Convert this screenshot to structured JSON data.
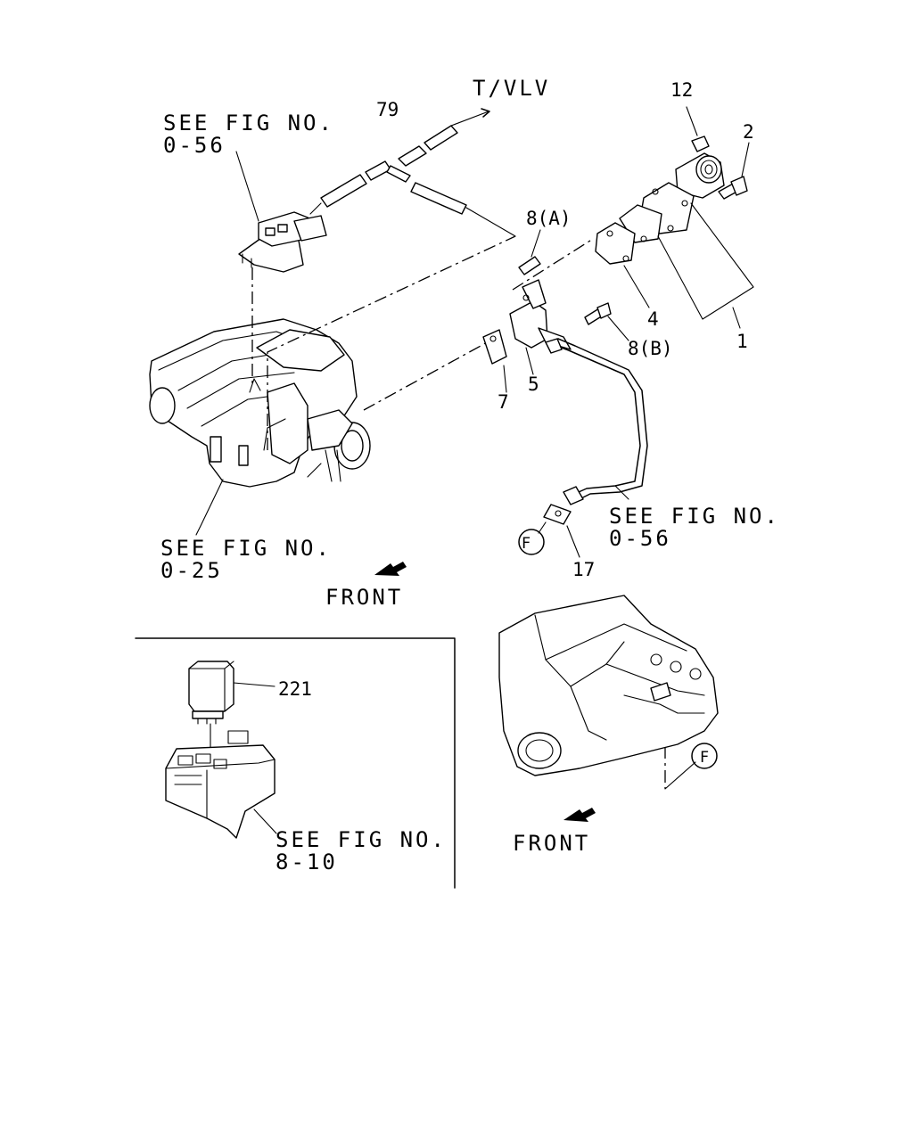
{
  "callouts": {
    "tvlv": "T/VLV",
    "ref_056_a": {
      "line1": "SEE FIG NO.",
      "line2": "0-56"
    },
    "ref_025": {
      "line1": "SEE FIG NO.",
      "line2": "0-25"
    },
    "ref_056_b": {
      "line1": "SEE FIG NO.",
      "line2": "0-56"
    },
    "ref_810": {
      "line1": "SEE FIG NO.",
      "line2": "8-10"
    },
    "front_1": "FRONT",
    "front_2": "FRONT",
    "marker_f": "F"
  },
  "parts": {
    "p79": "79",
    "p12": "12",
    "p2": "2",
    "p8a": "8(A)",
    "p8b": "8(B)",
    "p4": "4",
    "p1": "1",
    "p5": "5",
    "p7": "7",
    "p17": "17",
    "p221": "221"
  }
}
